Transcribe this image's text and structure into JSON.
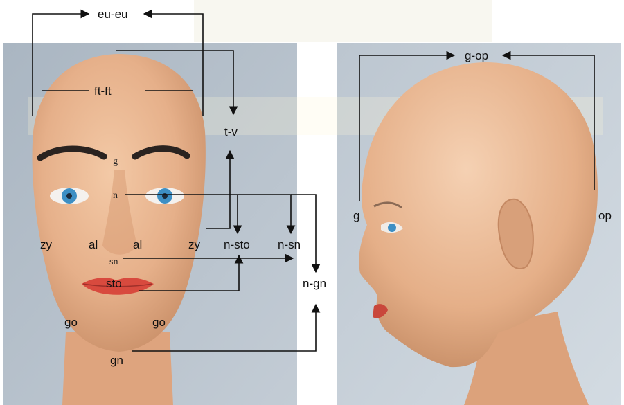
{
  "front_view": {
    "labels": {
      "eu_eu": "eu-eu",
      "ft_ft": "ft-ft",
      "t_v": "t-v",
      "g": "g",
      "n": "n",
      "zy_left": "zy",
      "al_left": "al",
      "al_right": "al",
      "zy_right": "zy",
      "n_sto": "n-sto",
      "n_sn": "n-sn",
      "sn": "sn",
      "sto": "sto",
      "n_gn": "n-gn",
      "go_left": "go",
      "go_right": "go",
      "gn": "gn"
    }
  },
  "side_view": {
    "labels": {
      "g_op": "g-op",
      "g": "g",
      "op": "op"
    }
  },
  "colors": {
    "background_left": "#b7c3cf",
    "background_right": "#c6cfd8",
    "skin": "#e7b48f",
    "skin_shade": "#d39a72",
    "iris": "#3d8fc4",
    "lips": "#d84a3e",
    "brow": "#2a2320",
    "line": "#111111"
  }
}
